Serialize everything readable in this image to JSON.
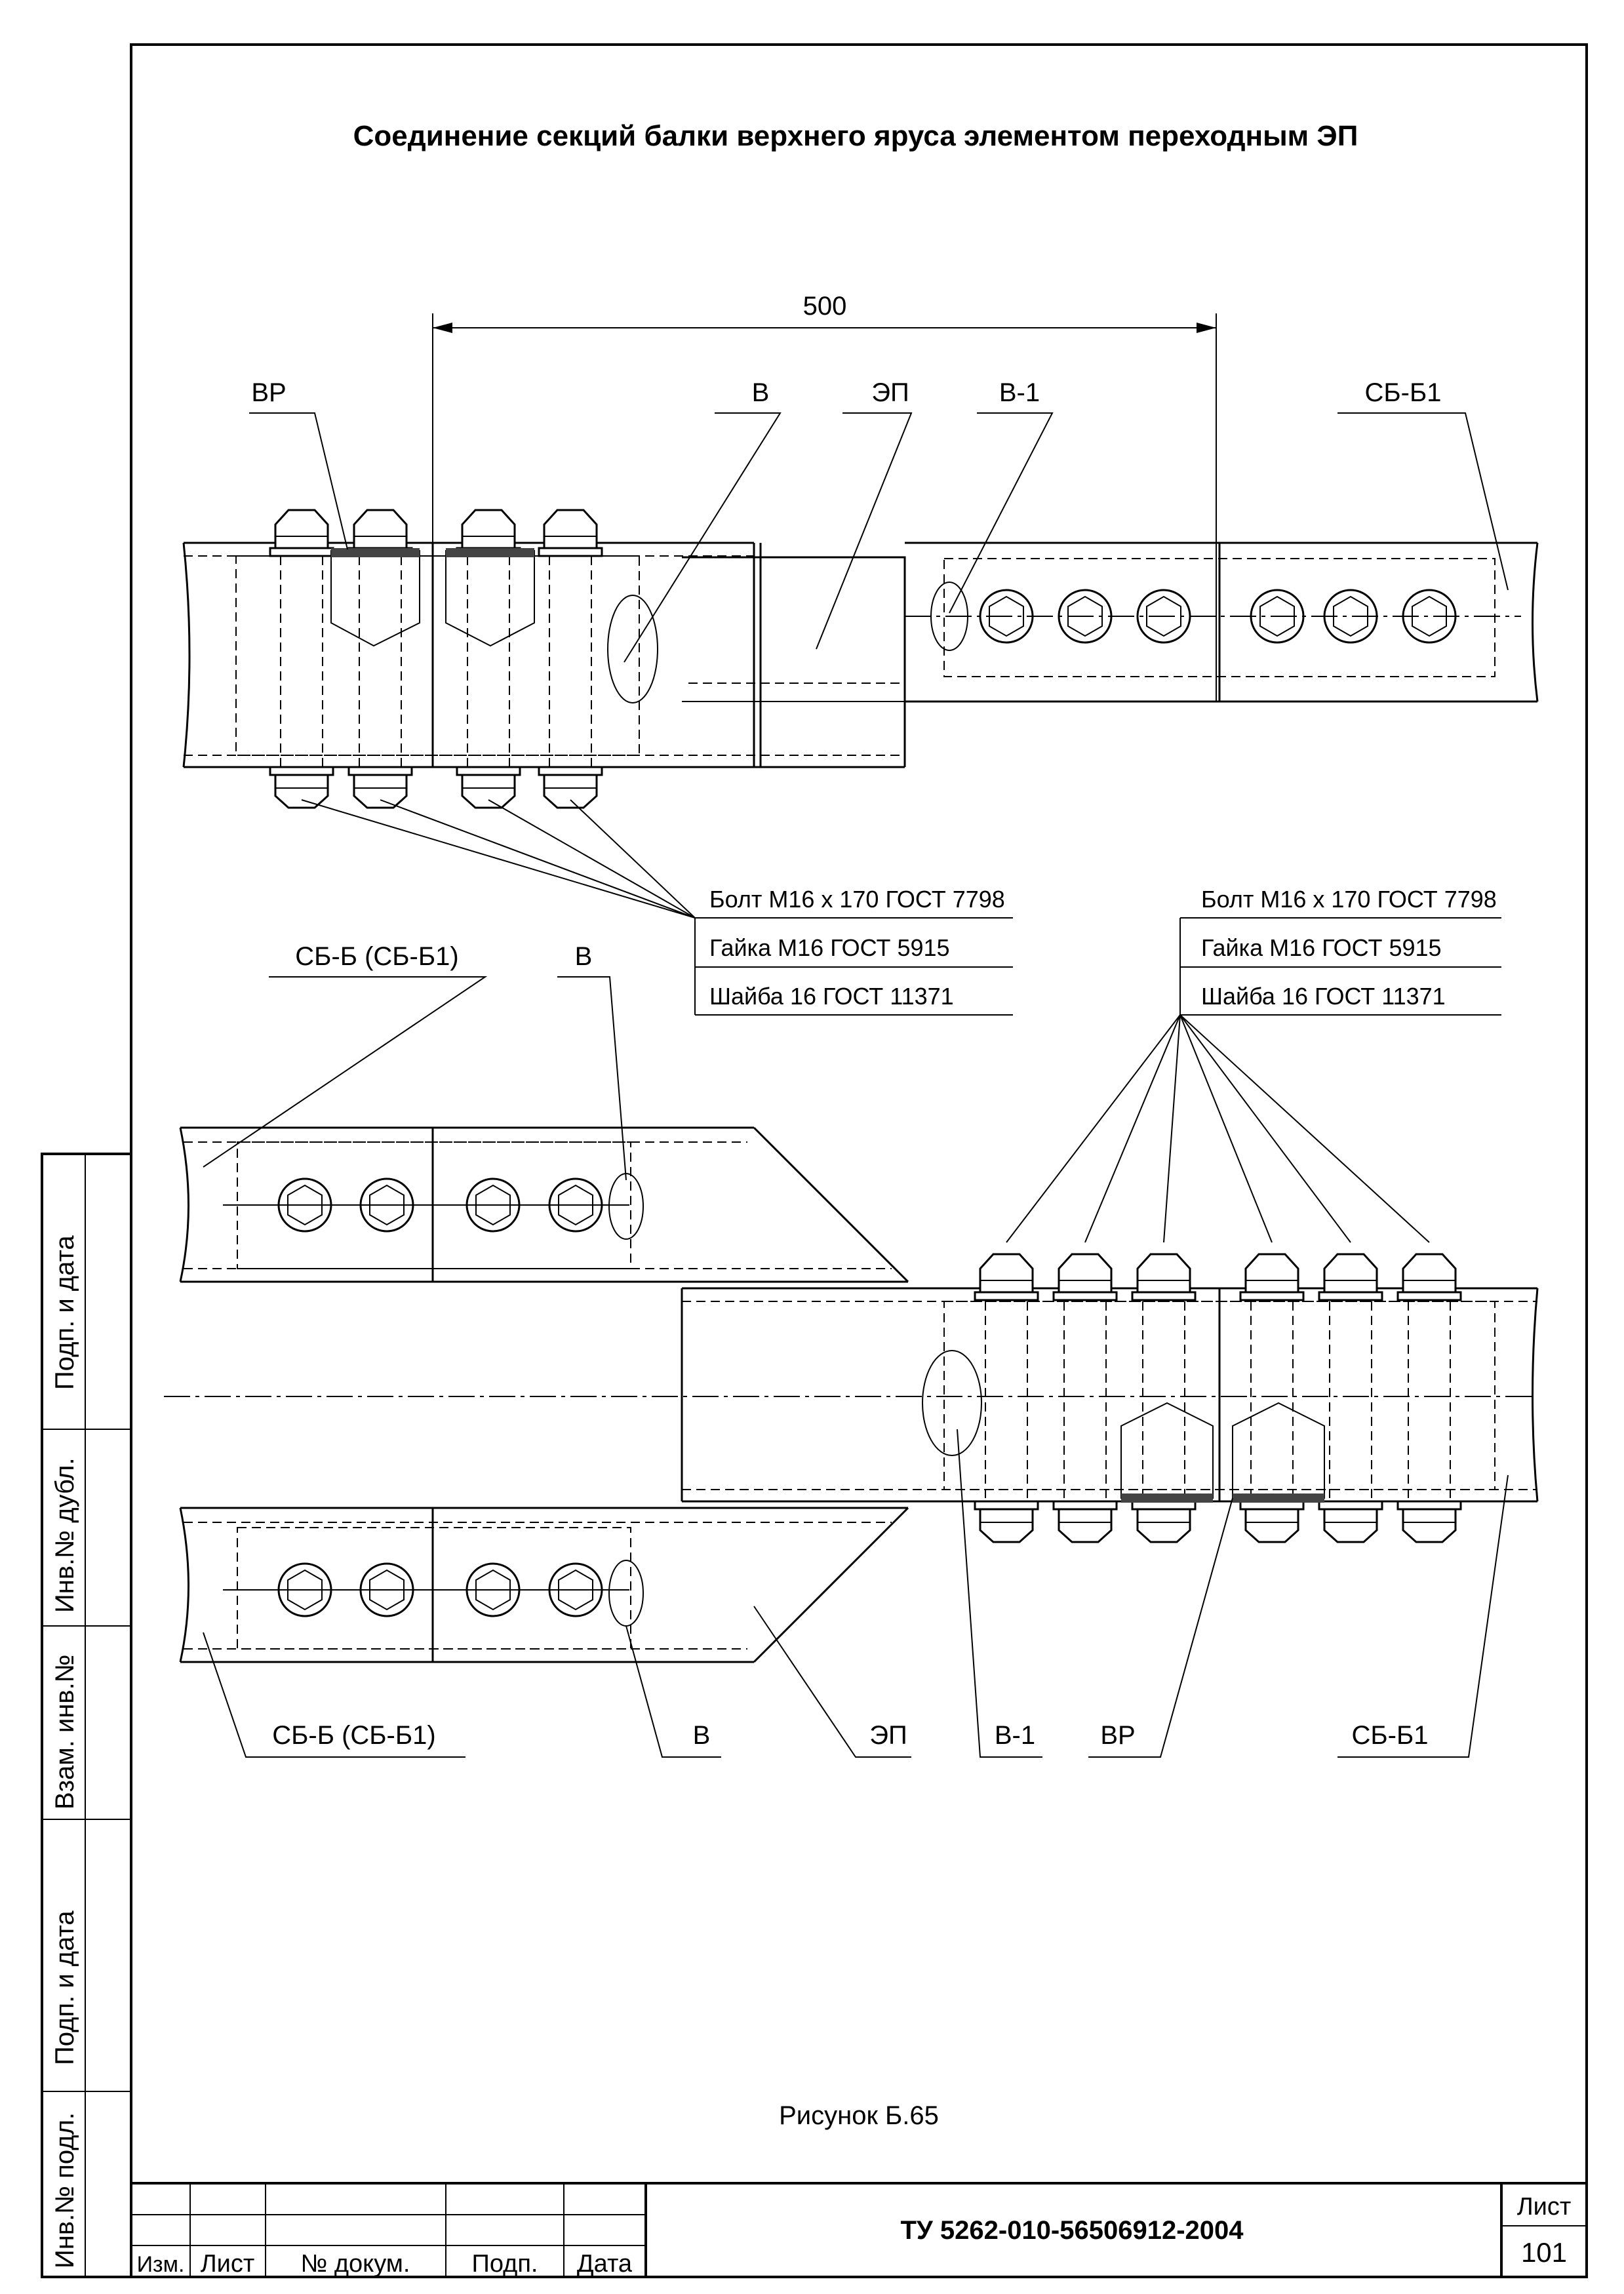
{
  "title": "Соединение секций балки верхнего яруса элементом переходным ЭП",
  "dimension_500": "500",
  "top_view": {
    "labels": {
      "vr": "ВР",
      "v": "В",
      "ep": "ЭП",
      "v1": "В-1",
      "sbb1": "СБ-Б1"
    }
  },
  "specs_left": [
    "Болт М16 х 170 ГОСТ 7798",
    "Гайка М16 ГОСТ 5915",
    "Шайба 16 ГОСТ 11371"
  ],
  "specs_right": [
    "Болт М16 х 170 ГОСТ 7798",
    "Гайка М16 ГОСТ 5915",
    "Шайба 16 ГОСТ 11371"
  ],
  "mid_labels": {
    "sbb": "СБ-Б (СБ-Б1)",
    "v": "В"
  },
  "bottom_labels": {
    "sbb": "СБ-Б (СБ-Б1)",
    "v": "В",
    "ep": "ЭП",
    "v1": "В-1",
    "vr": "ВР",
    "sbb1": "СБ-Б1"
  },
  "caption": "Рисунок Б.65",
  "side_stamps": [
    "Подп. и дата",
    "Инв.№ дубл.",
    "Взам. инв.№",
    "Подп. и дата",
    "Инв.№ подл."
  ],
  "title_block": {
    "doc_code": "ТУ 5262-010-56506912-2004",
    "sheet_label": "Лист",
    "sheet_number": "101",
    "columns": [
      "Изм.",
      "Лист",
      "№ докум.",
      "Подп.",
      "Дата"
    ]
  }
}
